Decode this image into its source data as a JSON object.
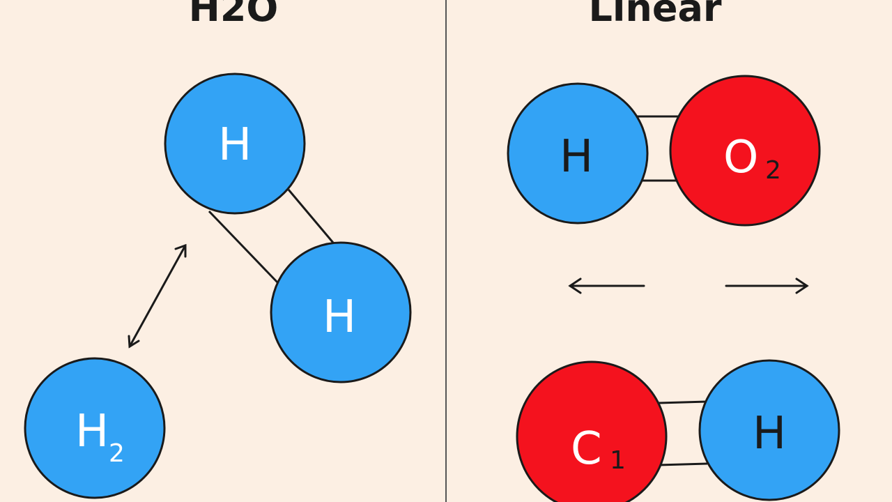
{
  "colors": {
    "background": "#fcefe3",
    "blue_atom": "#33a3f5",
    "red_atom": "#f4121e",
    "outline": "#1a1a1a",
    "white_label": "#ffffff",
    "dark_label": "#1a1a1a"
  },
  "left_panel": {
    "title": "H2O",
    "atom_top": {
      "symbol": "H",
      "subscript": ""
    },
    "atom_middle": {
      "symbol": "H",
      "subscript": ""
    },
    "atom_bottom": {
      "symbol": "H",
      "subscript": "2"
    },
    "arrow": "double-headed-arrow"
  },
  "right_panel": {
    "title": "Linear",
    "molecule_top": {
      "left_atom": {
        "symbol": "H",
        "subscript": ""
      },
      "right_atom": {
        "symbol": "O",
        "subscript": "2"
      }
    },
    "arrows": [
      "left-arrow",
      "right-arrow"
    ],
    "molecule_bottom": {
      "left_atom": {
        "symbol": "C",
        "subscript": "1"
      },
      "right_atom": {
        "symbol": "H",
        "subscript": ""
      }
    }
  }
}
